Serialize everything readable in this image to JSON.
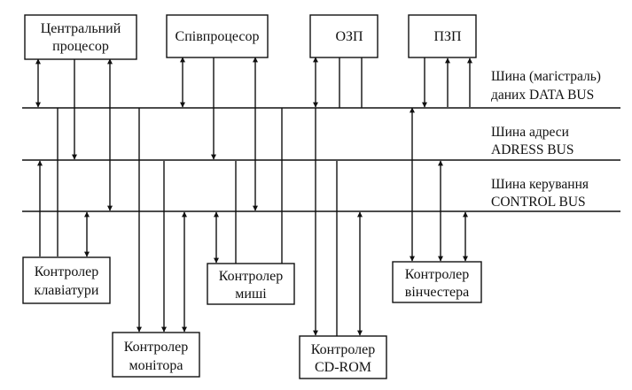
{
  "top_blocks": {
    "cpu": [
      "Центральний",
      "процесор"
    ],
    "coprocessor": [
      "Співпроцесор"
    ],
    "ram": [
      "ОЗП"
    ],
    "rom": [
      "ПЗП"
    ]
  },
  "bottom_blocks": {
    "keyboard": [
      "Контролер",
      "клавіатури"
    ],
    "monitor": [
      "Контролер",
      "монітора"
    ],
    "mouse": [
      "Контролер",
      "миші"
    ],
    "cdrom": [
      "Контролер",
      "CD-ROM"
    ],
    "hdd": [
      "Контролер",
      "вінчестера"
    ]
  },
  "buses": {
    "data": [
      "Шина (магістраль)",
      "даних DATA BUS"
    ],
    "address": [
      "Шина адреси",
      "ADRESS BUS"
    ],
    "control": [
      "Шина керування",
      "CONTROL BUS"
    ]
  }
}
